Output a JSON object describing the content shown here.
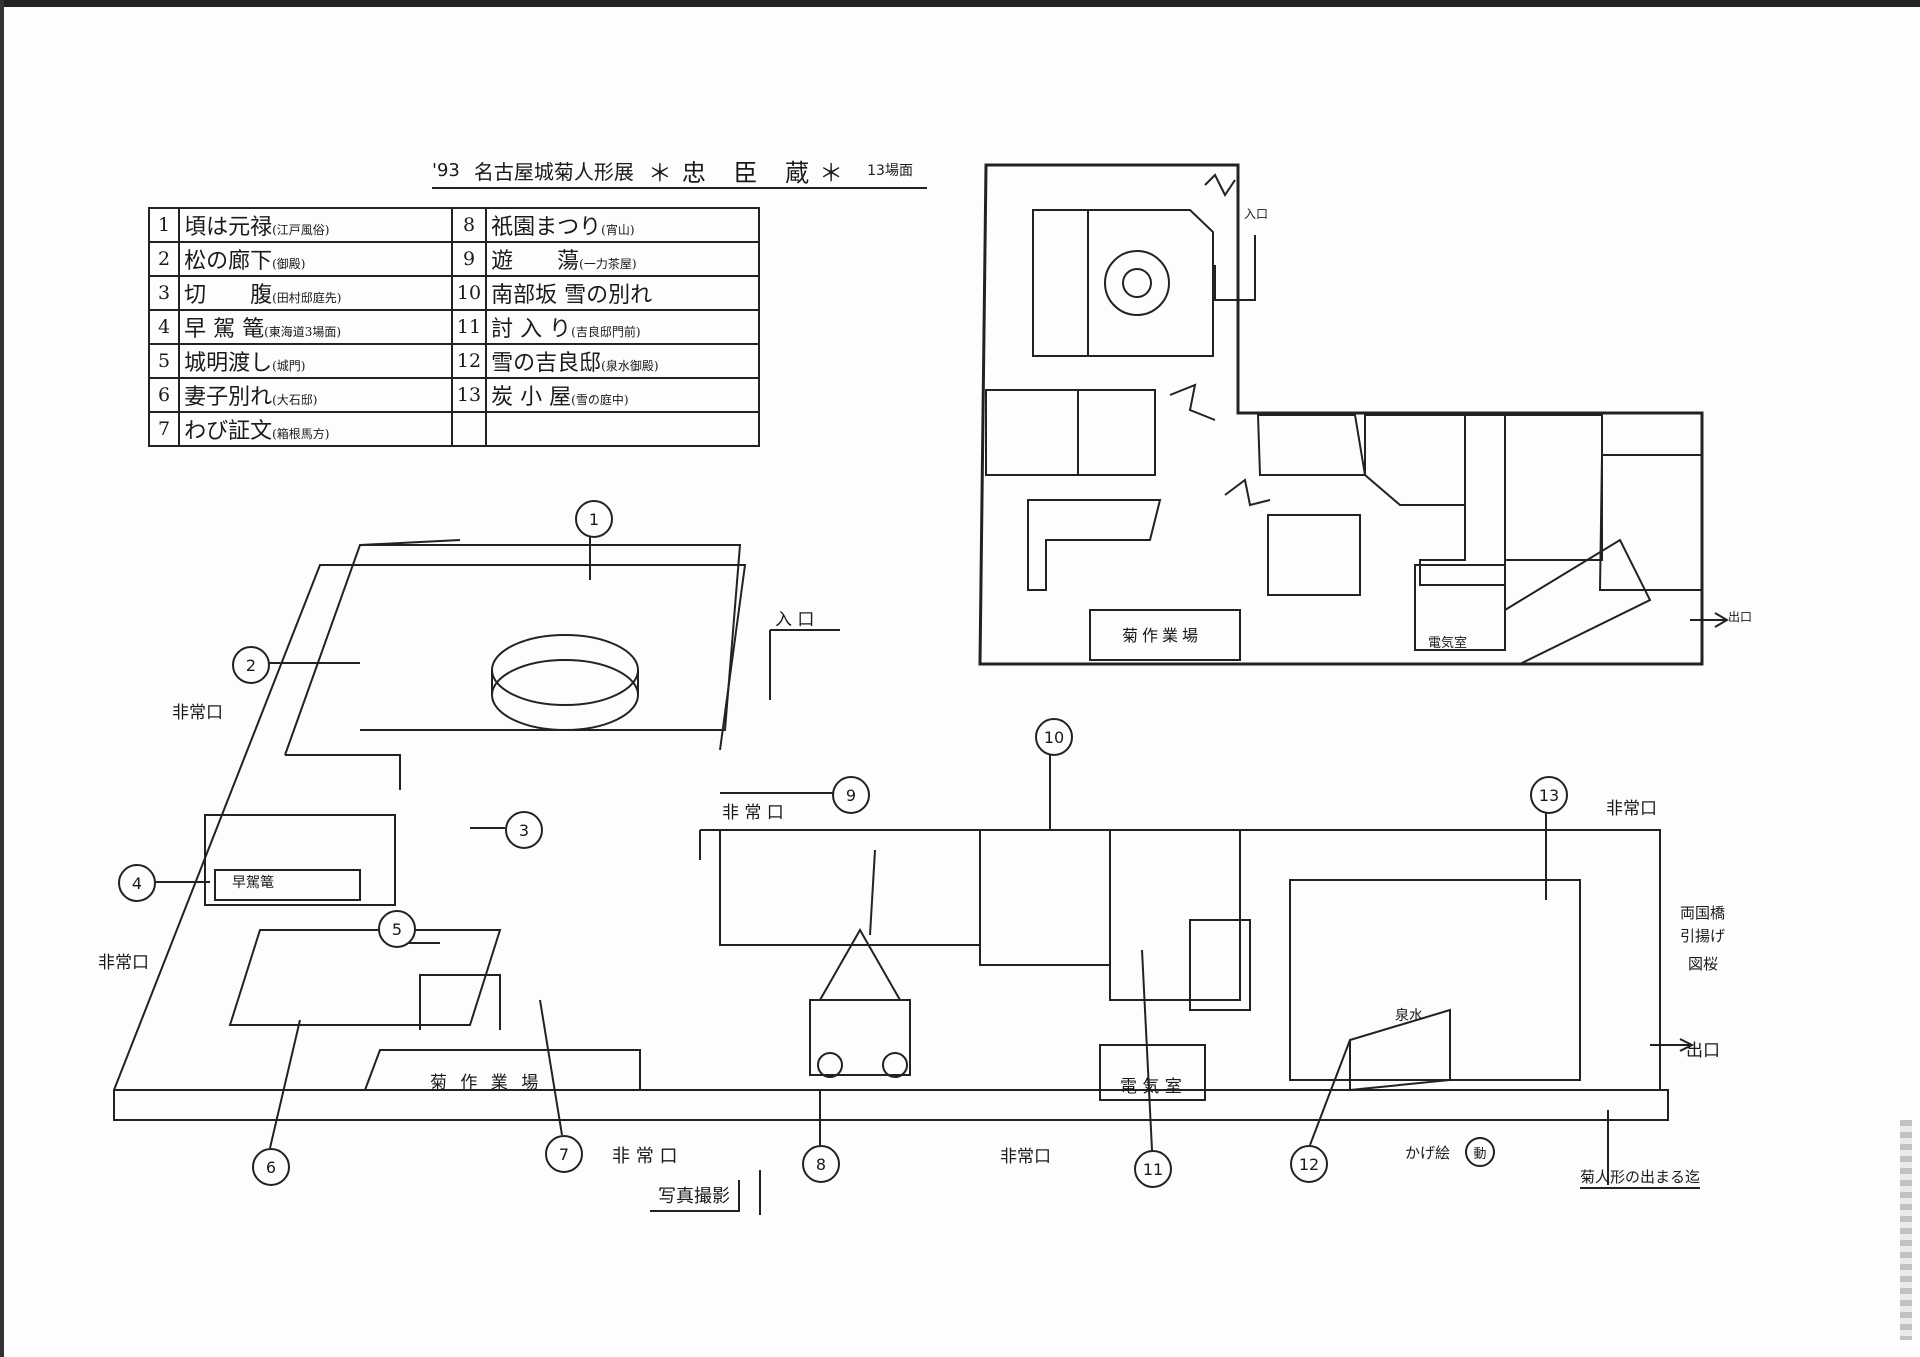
{
  "title": {
    "year": "'93",
    "event": "名古屋城菊人形展",
    "main": "＊忠 臣 蔵＊",
    "scenes": "13場面"
  },
  "legend": [
    {
      "n": "1",
      "title": "頃は元禄",
      "note": "(江戸風俗)"
    },
    {
      "n": "2",
      "title": "松の廊下",
      "note": "(御殿)"
    },
    {
      "n": "3",
      "title": "切　　腹",
      "note": "(田村邸庭先)"
    },
    {
      "n": "4",
      "title": "早 駕 篭",
      "note": "(東海道3場面)"
    },
    {
      "n": "5",
      "title": "城明渡し",
      "note": "(城門)"
    },
    {
      "n": "6",
      "title": "妻子別れ",
      "note": "(大石邸)"
    },
    {
      "n": "7",
      "title": "わび証文",
      "note": "(箱根馬方)"
    },
    {
      "n": "8",
      "title": "祇園まつり",
      "note": "(宵山)"
    },
    {
      "n": "9",
      "title": "遊　　蕩",
      "note": "(一力茶屋)"
    },
    {
      "n": "10",
      "title": "南部坂 雪の別れ",
      "note": ""
    },
    {
      "n": "11",
      "title": "討 入 り",
      "note": "(吉良邸門前)"
    },
    {
      "n": "12",
      "title": "雪の吉良邸",
      "note": "(泉水御殿)"
    },
    {
      "n": "13",
      "title": "炭 小 屋",
      "note": "(雪の庭中)"
    }
  ],
  "plan_labels": {
    "entrance": "入口",
    "exit": "出口",
    "workshop": "菊作業場",
    "electric": "電気室"
  },
  "iso_labels": {
    "entrance": "入 口",
    "emergency_exit": "非常口",
    "emergency_exit_spaced": "非 常 口",
    "workshop": "菊 作 業 場",
    "electric": "電 気 室",
    "photo": "写真撮影",
    "exit": "出口",
    "bridge": [
      "両国橋",
      "引揚げ",
      "図桜"
    ],
    "shadow_picture": "かげ絵",
    "shadow_move": "動",
    "doll_gathering": "菊人形の出まる迄",
    "pond": "泉水",
    "kago": "早駕篭"
  },
  "markers": [
    "1",
    "2",
    "3",
    "4",
    "5",
    "6",
    "7",
    "8",
    "9",
    "10",
    "11",
    "12",
    "13"
  ]
}
